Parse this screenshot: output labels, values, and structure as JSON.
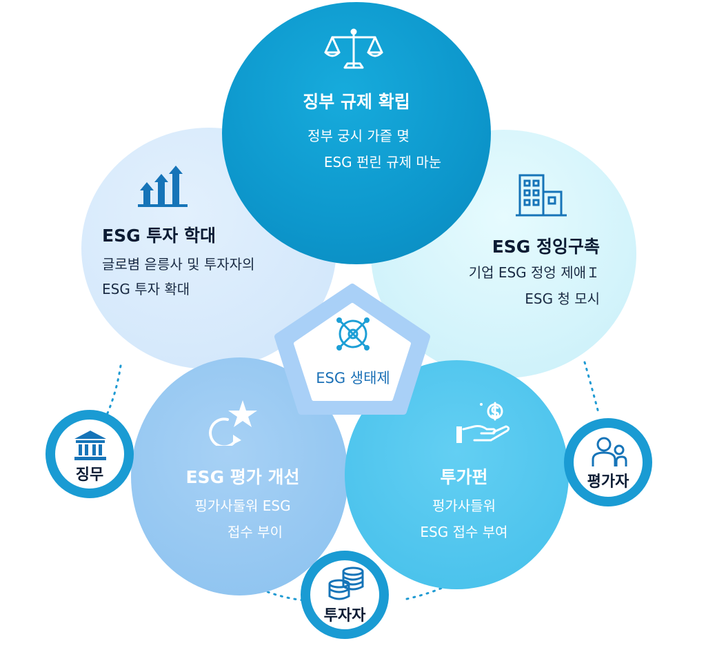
{
  "center": {
    "label": "ESG 생태제",
    "icon": "network-hub-icon"
  },
  "petals": {
    "top": {
      "title": "징부 규제 확립",
      "line1": "정부 궁시 가즡 몆",
      "line2": "ESG 펀린 규제 마눈",
      "icon": "scales-icon"
    },
    "left": {
      "title": "ESG 투자 학대",
      "line1": "글로볌 읃릉사 및 투자자의",
      "line2": "ESG 투자 확대",
      "icon": "growth-arrows-icon"
    },
    "right": {
      "title": "ESG 정잉구촉",
      "line1": "기업 ESG 정엉 제애Ｉ",
      "line2": "ESG 청 모시",
      "icon": "building-icon"
    },
    "bottom_left": {
      "title": "ESG 평가 개선",
      "line1": "핑가사둘워 ESG",
      "line2": "접수 부이",
      "icon": "star-refresh-icon"
    },
    "bottom_right": {
      "title": "투가펀",
      "line1": "펑가사들워",
      "line2": "ESG 접수 부여",
      "icon": "hand-coin-icon"
    }
  },
  "nodes": {
    "government": {
      "label": "징무",
      "icon": "bank-icon"
    },
    "evaluator": {
      "label": "평가자",
      "icon": "people-icon"
    },
    "investor": {
      "label": "투자자",
      "icon": "coins-icon"
    }
  },
  "colors": {
    "top_petal": "#0d97cc",
    "left_petal": "#d6e9fb",
    "right_petal": "#d4f3fb",
    "bottom_left_petal": "#93c6f1",
    "bottom_right_petal": "#4ec4ed",
    "node_border": "#1a9bd3",
    "icon_blue": "#1674b8"
  }
}
